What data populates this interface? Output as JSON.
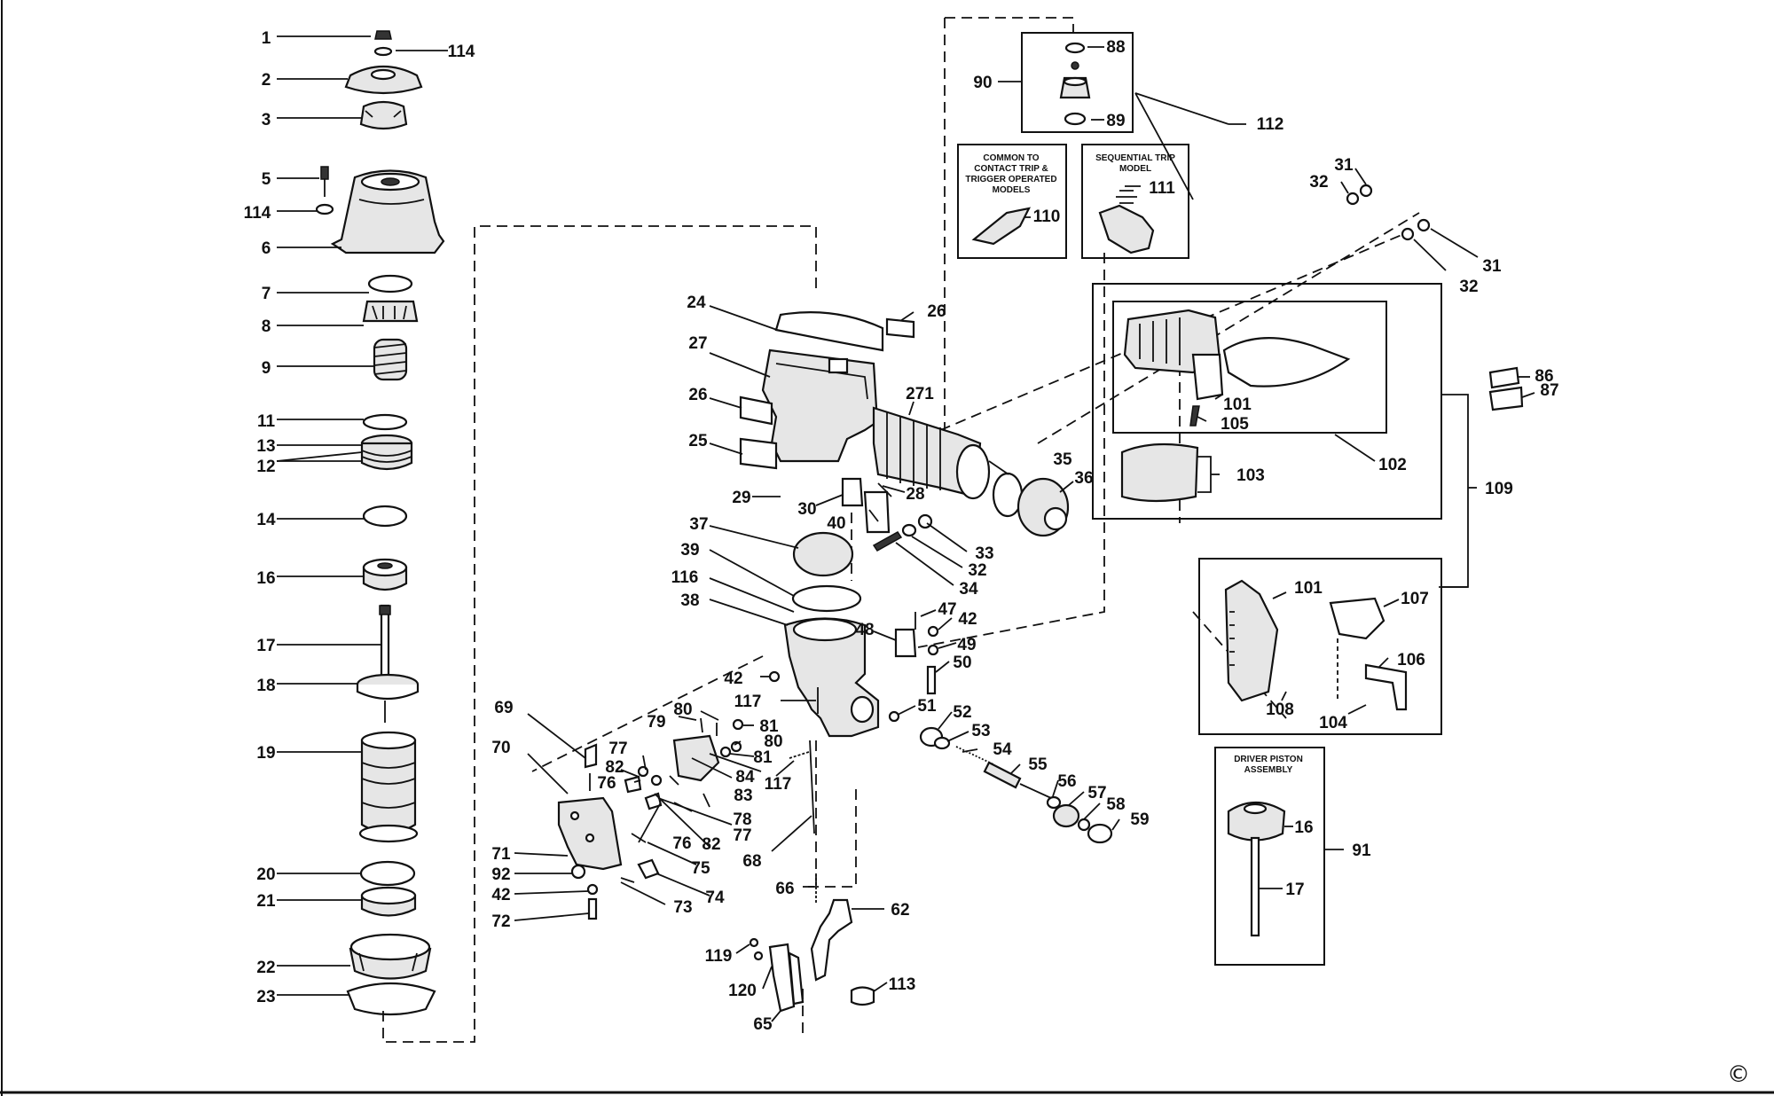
{
  "diagram": {
    "labels": {
      "l1": "1",
      "l114a": "114",
      "l2": "2",
      "l3": "3",
      "l5": "5",
      "l114b": "114",
      "l6": "6",
      "l7": "7",
      "l8": "8",
      "l9": "9",
      "l11": "11",
      "l13": "13",
      "l12": "12",
      "l14": "14",
      "l16": "16",
      "l17": "17",
      "l18": "18",
      "l19": "19",
      "l20": "20",
      "l21": "21",
      "l22": "22",
      "l23": "23",
      "l24": "24",
      "l26a": "26",
      "l27": "27",
      "l271": "271",
      "l26b": "26",
      "l25": "25",
      "l29": "29",
      "l28": "28",
      "l30": "30",
      "l40": "40",
      "l33": "33",
      "l32a": "32",
      "l34": "34",
      "l37": "37",
      "l39": "39",
      "l116": "116",
      "l38": "38",
      "l47": "47",
      "l42a": "42",
      "l48": "48",
      "l49": "49",
      "l50": "50",
      "l42b": "42",
      "l117a": "117",
      "l51": "51",
      "l52": "52",
      "l53": "53",
      "l54": "54",
      "l55": "55",
      "l56": "56",
      "l57": "57",
      "l58": "58",
      "l59": "59",
      "l35": "35",
      "l36": "36",
      "l69": "69",
      "l70": "70",
      "l79": "79",
      "l80a": "80",
      "l81a": "81",
      "l80b": "80",
      "l77a": "77",
      "l81b": "81",
      "l82a": "82",
      "l84": "84",
      "l76a": "76",
      "l83": "83",
      "l117b": "117",
      "l78": "78",
      "l77b": "77",
      "l76b": "76",
      "l82b": "82",
      "l75": "75",
      "l71": "71",
      "l92": "92",
      "l42c": "42",
      "l72": "72",
      "l73": "73",
      "l74": "74",
      "l68": "68",
      "l66": "66",
      "l62": "62",
      "l119": "119",
      "l120": "120",
      "l65": "65",
      "l113": "113",
      "l88": "88",
      "l90": "90",
      "l89": "89",
      "l112": "112",
      "l110": "110",
      "l111": "111",
      "l31a": "31",
      "l32b": "32",
      "l31b": "31",
      "l32c": "32",
      "l101a": "101",
      "l105": "105",
      "l103": "103",
      "l102": "102",
      "l86": "86",
      "l87": "87",
      "l109": "109",
      "l101b": "101",
      "l107": "107",
      "l106": "106",
      "l108": "108",
      "l104": "104",
      "l16b": "16",
      "l17b": "17",
      "l91": "91"
    },
    "notes": {
      "common_line1": "COMMON TO",
      "common_line2": "CONTACT TRIP &",
      "common_line3": "TRIGGER OPERATED",
      "common_line4": "MODELS",
      "seq_line1": "SEQUENTIAL TRIP",
      "seq_line2": "MODEL",
      "driver_line1": "DRIVER PISTON",
      "driver_line2": "ASSEMBLY"
    },
    "copyright": "©"
  }
}
